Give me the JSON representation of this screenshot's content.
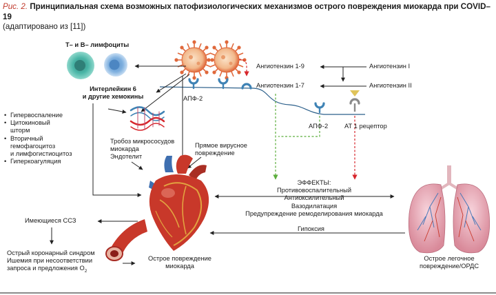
{
  "caption": {
    "lead": "Рис. 2.",
    "title": "Принципиальная схема возможных патофизиологических механизмов острого повреждения миокарда при COVID–19",
    "subtitle": "(адаптировано из [11])"
  },
  "labels": {
    "lymphocytes": "Т– и В– лимфоциты",
    "interleukin_line1": "Интерлейкин 6",
    "interleukin_line2": "и другие хемокины",
    "ace2_top": "АПФ-2",
    "ace2_bottom": "АПФ-2",
    "angiotensin_1_9": "Ангиотензин 1-9",
    "angiotensin_i": "Ангиотензин I",
    "angiotensin_1_7": "Ангиотензин 1-7",
    "angiotensin_ii": "Ангиотензин II",
    "at1_receptor": "АТ 1 рецептор",
    "thrombosis_line1": "Тробоз микрососудов",
    "thrombosis_line2": "миокарда",
    "thrombosis_line3": "Эндотелит",
    "direct_line1": "Прямое вирусное",
    "direct_line2": "повреждение",
    "effects_title": "ЭФФЕКТЫ:",
    "effects": [
      "Противовоспалительный",
      "Антиоксилительный",
      "Вазодилатация",
      "Предупреждение ремоделирования миокарда"
    ],
    "hypoxia": "Гипоксия",
    "existing_cvd": "Имеющиеся ССЗ",
    "acs_line1": "Острый коронарный синдром",
    "acs_line2": "Ишемия при несоответствии",
    "acs_line3": "запроса и предложения О",
    "acs_sub": "2",
    "myocardial_line1": "Острое повреждение",
    "myocardial_line2": "миокарда",
    "lung_line1": "Острое легочное",
    "lung_line2": "повреждение/ОРДС"
  },
  "bullets": [
    "Гипервоспаление",
    "Цитокиновый\nшторм",
    "Вторичный\nгемофагоцитоз\nи лимфогистиоцитоз",
    "Гиперкоагуляция"
  ],
  "colors": {
    "caption_lead": "#c0392b",
    "virus": "#e0683b",
    "receptor": "#3f83b5",
    "at1_receptor": "#e0c45a",
    "green_arrow": "#5cae3c",
    "red_arrow": "#d7262c",
    "heart": "#c8382a",
    "lung": "#d98a9a",
    "cell_teal": "#49b5a6",
    "cell_blue": "#7fb0df"
  }
}
